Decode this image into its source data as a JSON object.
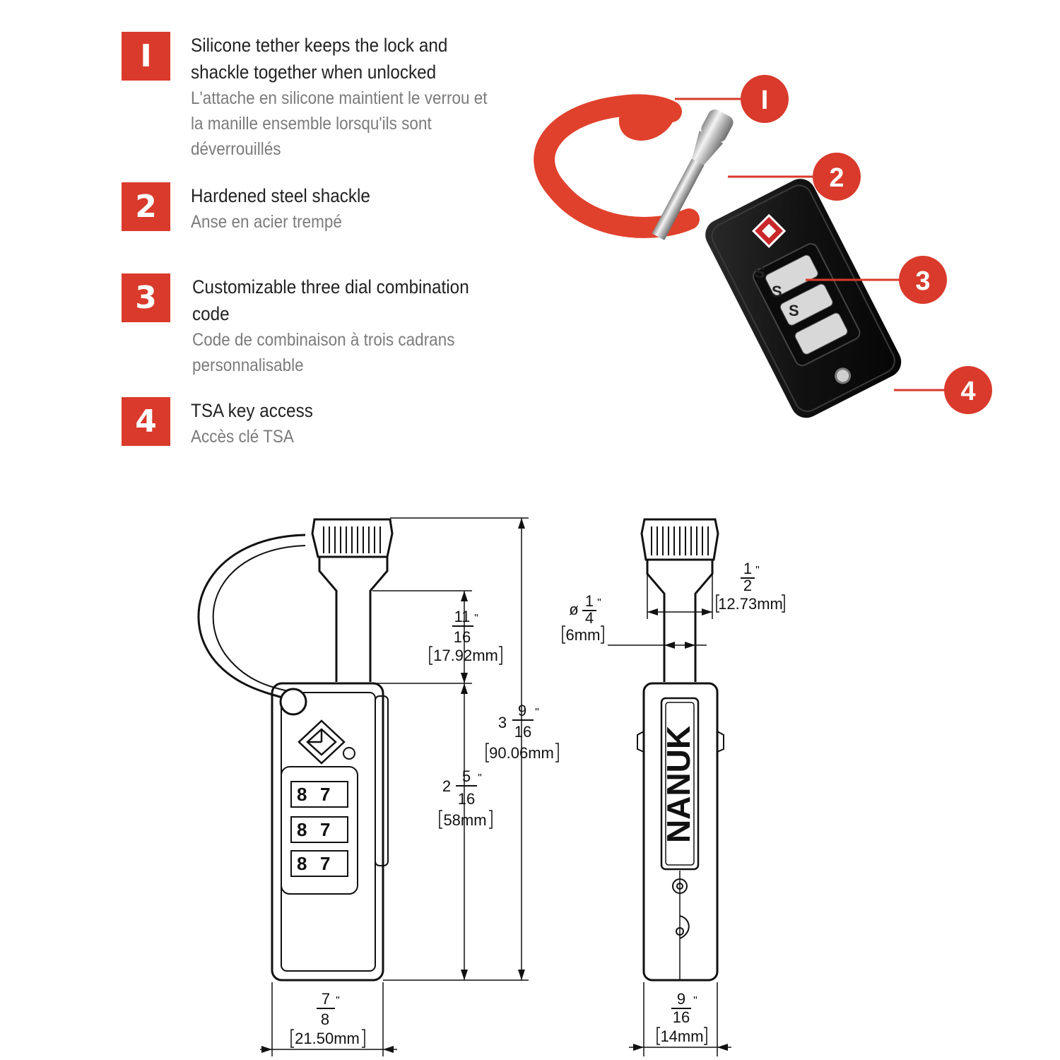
{
  "features": [
    {
      "num": "I",
      "en": [
        "Silicone tether keeps the lock and",
        "shackle together when unlocked"
      ],
      "fr": [
        "L'attache en silicone maintient le verrou et",
        "la manille ensemble lorsqu'ils sont",
        "déverrouillés"
      ]
    },
    {
      "num": "2",
      "en": [
        "Hardened steel shackle"
      ],
      "fr": [
        "Anse en acier trempé"
      ]
    },
    {
      "num": "3",
      "en": [
        "Customizable three dial combination",
        "code"
      ],
      "fr": [
        "Code de combinaison à trois cadrans",
        "personnalisable"
      ]
    },
    {
      "num": "4",
      "en": [
        "TSA key access"
      ],
      "fr": [
        "Accès clé TSA"
      ]
    }
  ],
  "callouts": [
    "I",
    "2",
    "3",
    "4"
  ],
  "lock_dials": [
    "S",
    "S",
    "S"
  ],
  "brand": "NANUK",
  "front_dials": [
    [
      "8",
      "7"
    ],
    [
      "8",
      "7"
    ],
    [
      "8",
      "7"
    ]
  ],
  "dimensions": {
    "shackle_exposed": {
      "frac_num": "11",
      "frac_den": "16",
      "unit": "\"",
      "mm": "17.92mm"
    },
    "total_height": {
      "whole": "3",
      "frac_num": "9",
      "frac_den": "16",
      "unit": "\"",
      "mm": "90.06mm"
    },
    "body_height": {
      "whole": "2",
      "frac_num": "5",
      "frac_den": "16",
      "unit": "\"",
      "mm": "58mm"
    },
    "body_width": {
      "frac_num": "7",
      "frac_den": "8",
      "unit": "\"",
      "mm": "21.50mm"
    },
    "cap_width": {
      "frac_num": "1",
      "frac_den": "2",
      "unit": "\"",
      "mm": "12.73mm"
    },
    "shackle_dia": {
      "symbol": "ø",
      "frac_num": "1",
      "frac_den": "4",
      "unit": "\"",
      "mm": "6mm"
    },
    "side_width": {
      "frac_num": "9",
      "frac_den": "16",
      "unit": "\"",
      "mm": "14mm"
    }
  },
  "colors": {
    "accent": "#d93a2b",
    "body": "#161616",
    "tether": "#e0412c",
    "chrome": "#c9c9c9"
  }
}
